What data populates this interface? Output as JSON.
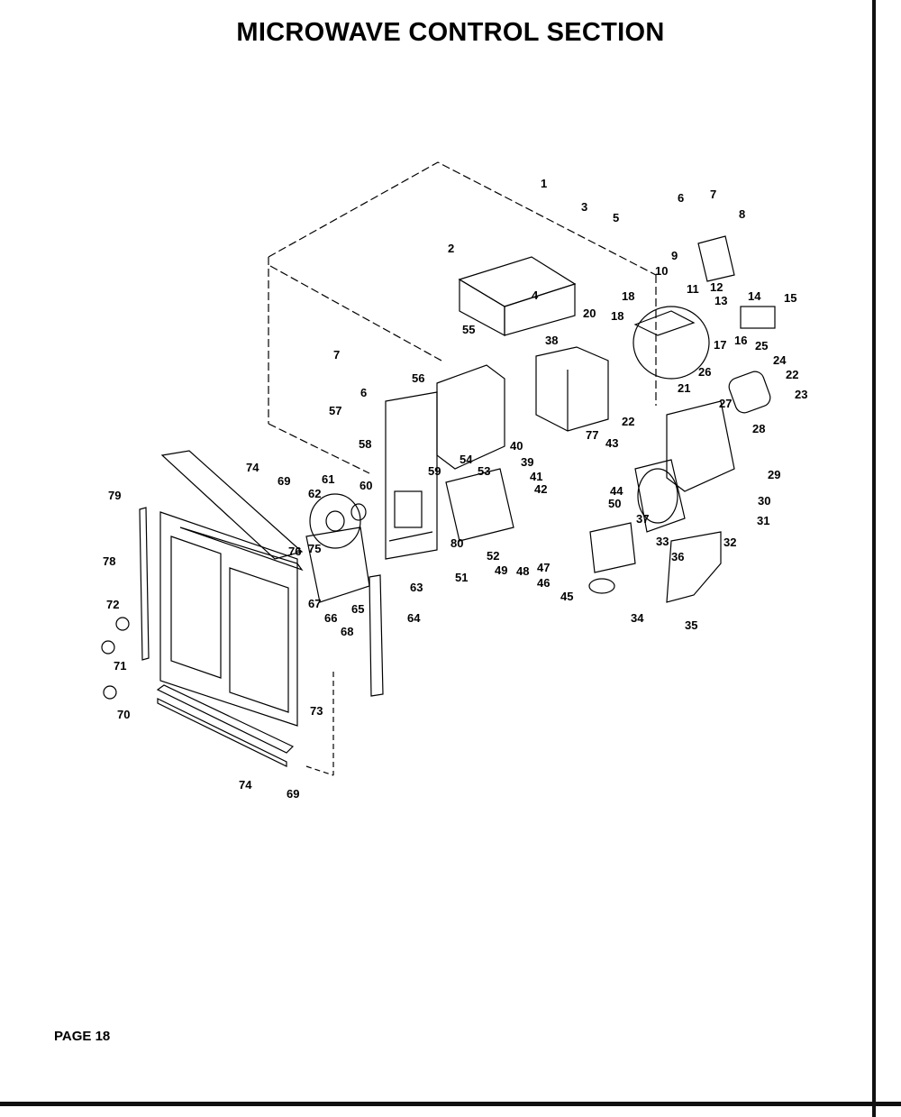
{
  "title": "MICROWAVE CONTROL SECTION",
  "page_label": "PAGE 18",
  "callouts": [
    "1",
    "2",
    "3",
    "4",
    "5",
    "6",
    "7",
    "8",
    "9",
    "10",
    "11",
    "12",
    "13",
    "14",
    "15",
    "16",
    "17",
    "18",
    "20",
    "21",
    "22",
    "23",
    "24",
    "25",
    "26",
    "27",
    "28",
    "29",
    "30",
    "31",
    "32",
    "33",
    "34",
    "35",
    "36",
    "37",
    "38",
    "39",
    "40",
    "41",
    "42",
    "43",
    "44",
    "45",
    "46",
    "47",
    "48",
    "49",
    "50",
    "51",
    "52",
    "53",
    "54",
    "55",
    "56",
    "57",
    "58",
    "59",
    "60",
    "61",
    "62",
    "63",
    "64",
    "65",
    "66",
    "67",
    "68",
    "69",
    "70",
    "71",
    "72",
    "73",
    "74",
    "75",
    "76",
    "77",
    "78",
    "79",
    "80"
  ]
}
